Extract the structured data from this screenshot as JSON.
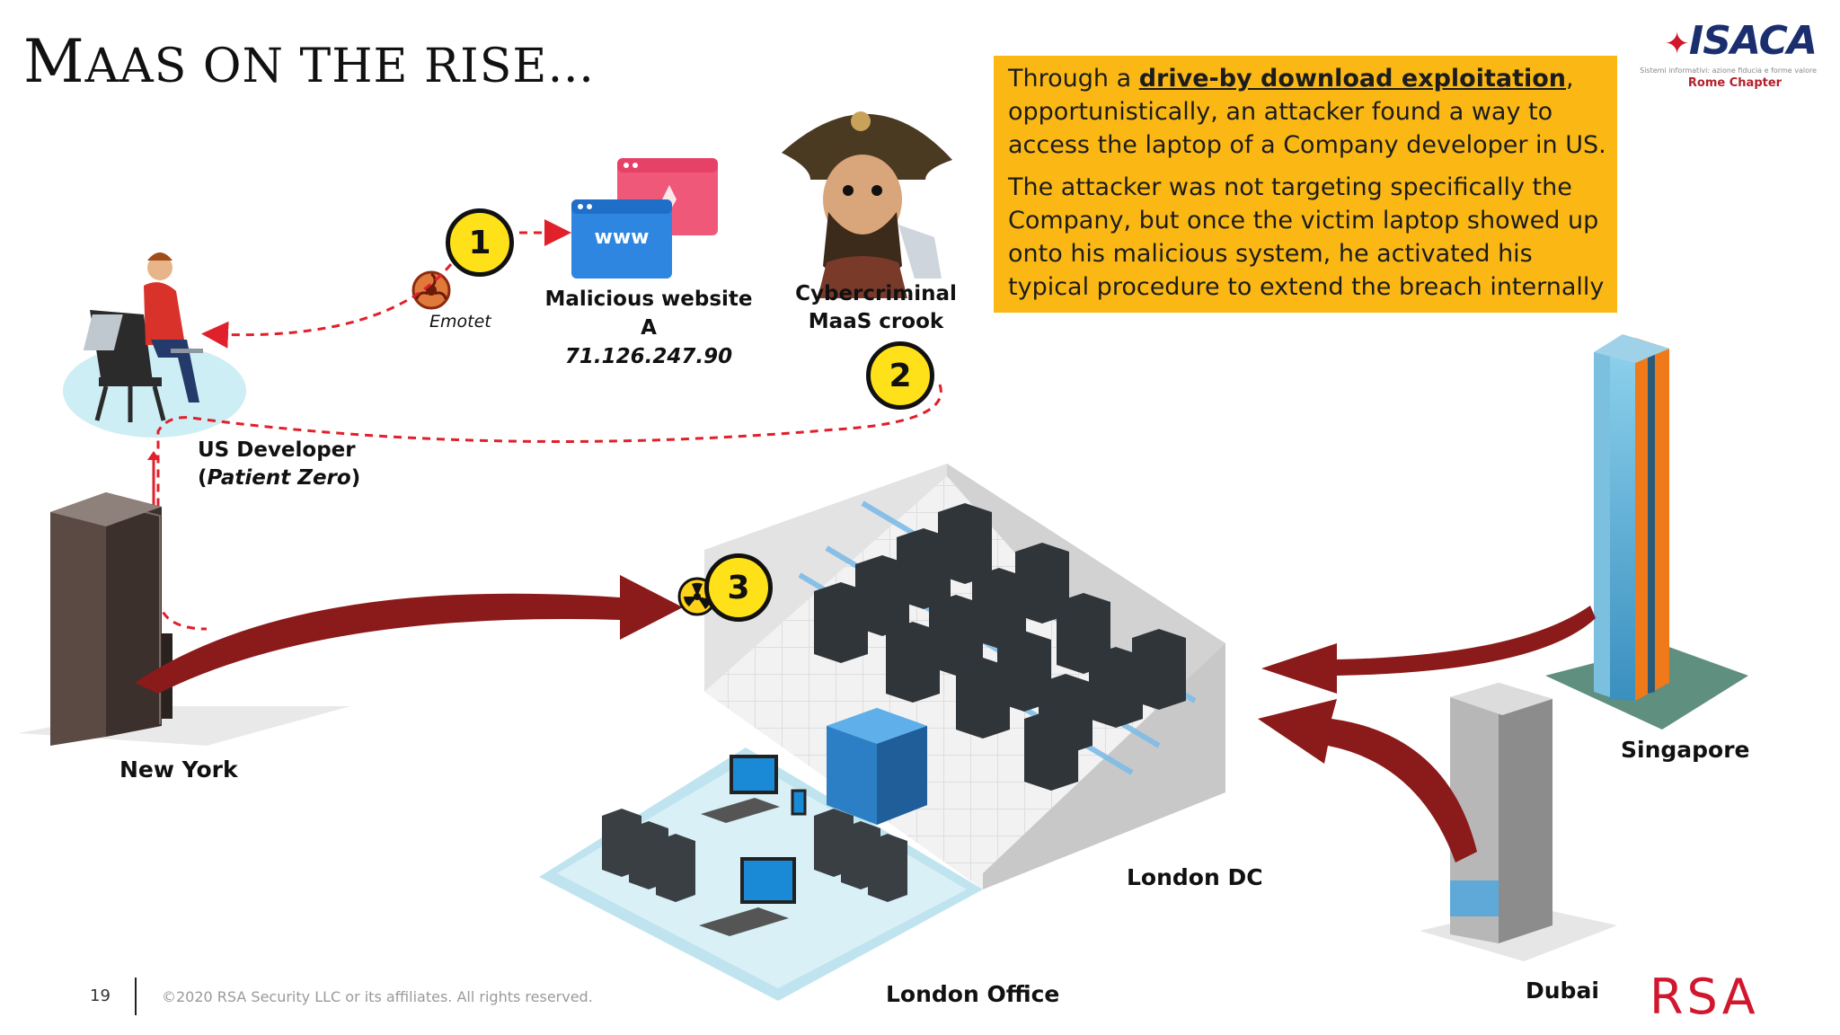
{
  "slide": {
    "title_first_letter": "M",
    "title_rest": "AAS ON THE RISE…",
    "page_number": "19",
    "copyright": "©2020 RSA Security LLC or its affiliates. All rights reserved."
  },
  "callout": {
    "p1_before": "Through a ",
    "p1_emphasis": "drive-by download exploitation",
    "p1_after": ", opportunistically, an attacker found a way to access the laptop of a Company developer in US.",
    "p2": "The attacker was not targeting specifically the Company, but once the victim laptop showed up onto his malicious system, he activated his typical procedure to extend the breach internally"
  },
  "logos": {
    "isaca": "ISACA",
    "isaca_tagline": "Sistemi informativi: azione fiducia e forme valore",
    "isaca_chapter": "Rome Chapter",
    "rsa": "RSA"
  },
  "nodes": {
    "us_developer": "US Developer",
    "patient_zero": "Patient Zero",
    "emotet": "Emotet",
    "malicious_website": "Malicious website",
    "website_id": "A",
    "website_ip": "71.126.247.90",
    "website_www": "www",
    "cybercriminal_line1": "Cybercriminal",
    "cybercriminal_line2": "MaaS crook",
    "new_york": "New York",
    "london_dc": "London DC",
    "london_office": "London Office",
    "singapore": "Singapore",
    "dubai": "Dubai"
  },
  "steps": [
    "1",
    "2",
    "3"
  ],
  "colors": {
    "callout_bg": "#fbb814",
    "badge_yellow": "#ffe11a",
    "arrow_red": "#8b1a1a",
    "dash_red": "#e0202a",
    "rsa_red": "#d0172d",
    "isaca_blue": "#1b2f6e"
  }
}
